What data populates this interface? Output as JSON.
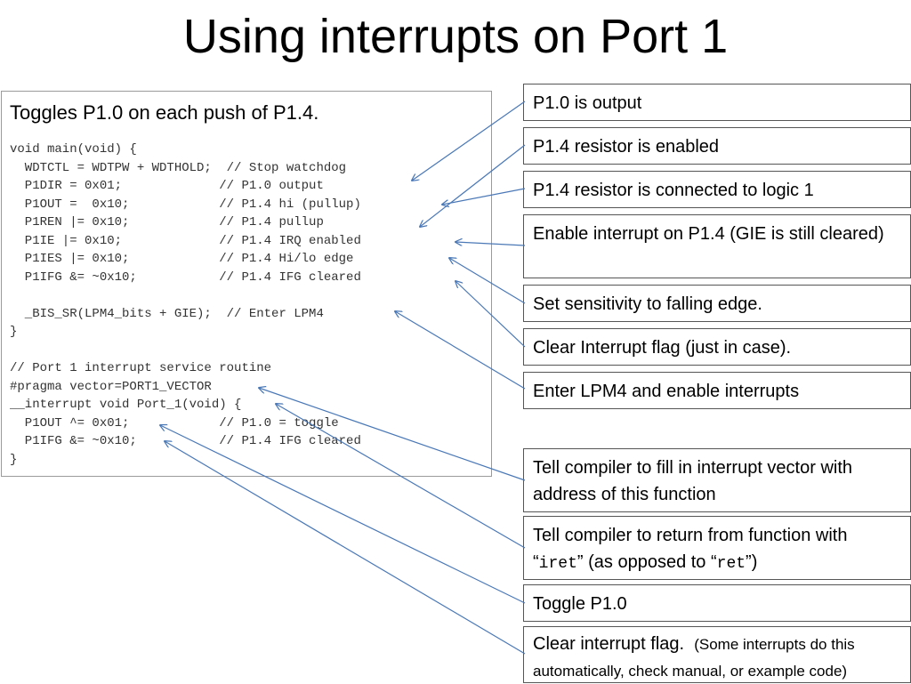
{
  "title": "Using interrupts on Port 1",
  "code": {
    "heading": "Toggles P1.0 on each push of P1.4.",
    "lines": [
      "void main(void) {",
      "  WDTCTL = WDTPW + WDTHOLD;  // Stop watchdog",
      "  P1DIR = 0x01;             // P1.0 output",
      "  P1OUT =  0x10;            // P1.4 hi (pullup)",
      "  P1REN |= 0x10;            // P1.4 pullup",
      "  P1IE |= 0x10;             // P1.4 IRQ enabled",
      "  P1IES |= 0x10;            // P1.4 Hi/lo edge",
      "  P1IFG &= ~0x10;           // P1.4 IFG cleared",
      "",
      "  _BIS_SR(LPM4_bits + GIE);  // Enter LPM4",
      "}",
      "",
      "// Port 1 interrupt service routine",
      "#pragma vector=PORT1_VECTOR",
      "__interrupt void Port_1(void) {",
      "  P1OUT ^= 0x01;            // P1.0 = toggle",
      "  P1IFG &= ~0x10;           // P1.4 IFG cleared",
      "}"
    ]
  },
  "notes": {
    "n1": "P1.0 is output",
    "n2": "P1.4 resistor is enabled",
    "n3": "P1.4 resistor is connected to logic 1",
    "n4": "Enable interrupt on P1.4 (GIE is still cleared)",
    "n5": "Set sensitivity to falling edge.",
    "n6": "Clear Interrupt flag (just in case).",
    "n7": "Enter LPM4 and enable interrupts",
    "n8": "Tell compiler to fill in interrupt vector with address of this function",
    "n9": {
      "part1": "Tell compiler to return from function with “",
      "code1": "iret",
      "part2": "” (as opposed to “",
      "code2": "ret",
      "part3": "”)"
    },
    "n10": "Toggle P1.0",
    "n11": {
      "main": "Clear interrupt flag.",
      "aside": "(Some interrupts do this automatically, check manual, or example code)"
    }
  },
  "colors": {
    "arrow": "#4a78b6",
    "box_border": "#555555",
    "code_text": "#333333"
  }
}
